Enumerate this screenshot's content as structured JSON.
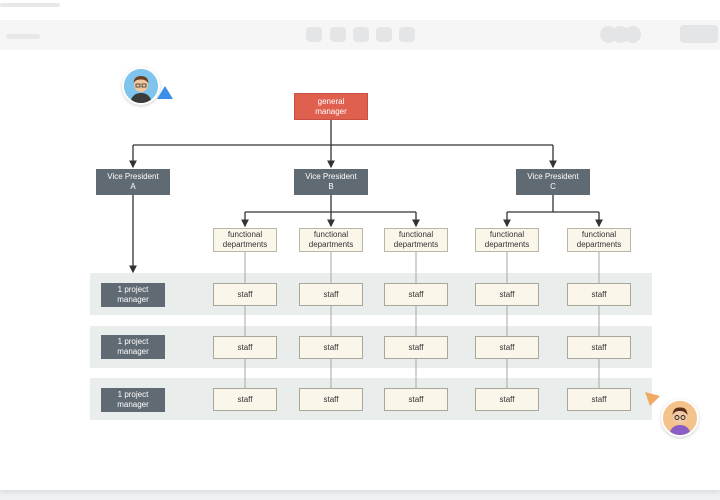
{
  "diagram": {
    "general_manager": "general\nmanager",
    "vice_presidents": [
      "Vice President\nA",
      "Vice President\nB",
      "Vice President\nC"
    ],
    "functional_departments": [
      "functional\ndepartments",
      "functional\ndepartments",
      "functional\ndepartments",
      "functional\ndepartments",
      "functional\ndepartments"
    ],
    "project_managers": [
      "1 project\nmanager",
      "1 project\nmanager",
      "1 project\nmanager"
    ],
    "staff_label": "staff"
  },
  "colors": {
    "general_manager": "#e0604f",
    "vice_president": "#5f6a72",
    "box_fill": "#faf6ea",
    "band": "#e9edec",
    "cursor_blue": "#3d8ee6",
    "cursor_orange": "#f0a865"
  },
  "collaborators": [
    {
      "avatar": "person-avatar-icon",
      "cursor": "pointer-cursor-icon",
      "cursor_color": "#3d8ee6"
    },
    {
      "avatar": "person-avatar-icon",
      "cursor": "pointer-cursor-icon",
      "cursor_color": "#f0a865"
    }
  ]
}
